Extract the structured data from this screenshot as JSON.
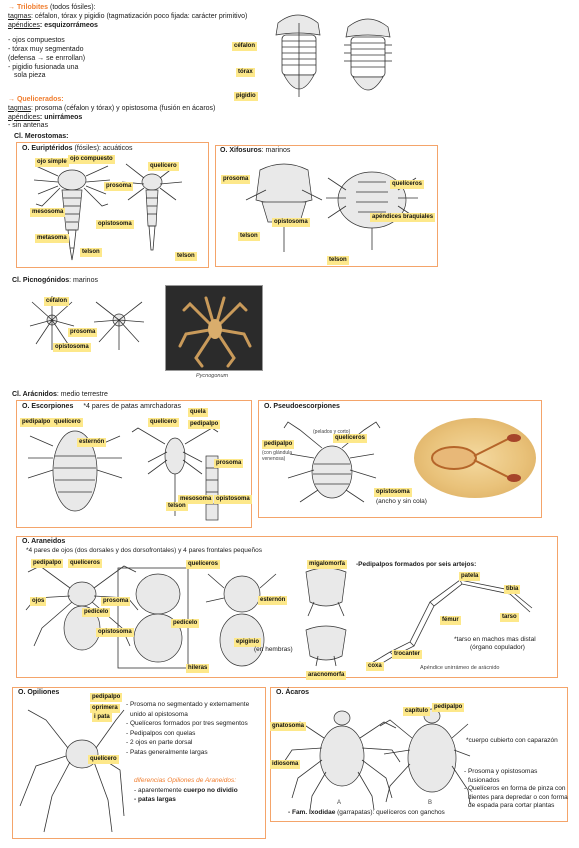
{
  "trilobites": {
    "title": "→ Trilobites",
    "title_suffix": "(todos fósiles):",
    "tagmas_label": "tagmas",
    "tagmas_text": ": céfalon, tórax y pigidio (tagmatización poco fijada: carácter primitivo)",
    "apendices_label": "apéndices",
    "apendices_text": ": esquizorrámeos",
    "notes": [
      "- ojos compuestos",
      "- tórax muy segmentado",
      "(defensa → se enrrollan)",
      "- pigidio fusionada una",
      "sola pieza"
    ],
    "tags": [
      "céfalon",
      "tórax",
      "pigidio"
    ]
  },
  "quelicerados": {
    "title": "→ Quelicerados:",
    "tagmas_label": "tagmas",
    "tagmas_text": ": prosoma (céfalon y tórax) y opistosoma (fusión en ácaros)",
    "apendices_label": "apéndices",
    "apendices_text": ": unirrámeos",
    "note": "- sin antenas"
  },
  "merostomas": {
    "title": "Cl. Merostomas:",
    "euripteridos": {
      "title": "O. Euriptéridos",
      "suffix": "(fósiles): acuáticos",
      "tags": [
        "ojo compuesto",
        "ojo simple",
        "quelícero",
        "prosoma",
        "mesosoma",
        "opistosoma",
        "metasoma",
        "telson",
        "telson"
      ]
    },
    "xifosuros": {
      "title": "O. Xifosuros",
      "suffix": ": marinos",
      "tags": [
        "prosoma",
        "quelíceros",
        "apéndices braquiales",
        "opistosoma",
        "telson",
        "telson"
      ]
    }
  },
  "picnogonidos": {
    "title": "Cl. Picnogónidos",
    "suffix": ": marinos",
    "tags": [
      "céfalon",
      "prosoma",
      "opistosoma"
    ],
    "caption": "Pycnogonum"
  },
  "aracnidos": {
    "title": "Cl. Arácnidos",
    "suffix": ": medio terrestre",
    "escorpiones": {
      "title": "O. Escorpiones",
      "note": "*4 pares de patas amrchadoras",
      "tags": [
        "pedipalpo",
        "quelícero",
        "esternón",
        "quela",
        "quelícero",
        "pedipalpo",
        "prosoma",
        "mesosoma",
        "opistosoma",
        "telson"
      ]
    },
    "pseudoescorpiones": {
      "title": "O. Pseudoescorpiones",
      "tags": [
        "quelíceros",
        "pedipalpo",
        "opistosoma"
      ],
      "small": [
        "(pelados y corto)",
        "(con glándula venenosa)"
      ],
      "opis_note": "(ancho y sin cola)"
    },
    "araneidos": {
      "title": "O. Araneidos",
      "note": "*4 pares de ojos (dos dorsales y dos dorsofrontales) y 4 pares frontales pequeños",
      "tags": [
        "pedipalpo",
        "quelíceros",
        "quelíceros",
        "ojos",
        "prosoma",
        "pedicelo",
        "opistosoma",
        "pedicelo",
        "esternón",
        "epiginio",
        "hileras",
        "migalomorfa",
        "aracnomorfa"
      ],
      "epiginio_note": "(en hembras)",
      "pedipalpos_title": "-Pedipalpos formados por seis artejos:",
      "artejos": [
        "patela",
        "tibia",
        "tarso",
        "fémur",
        "trocanter",
        "coxa"
      ],
      "tarso_note": [
        "*tarso en machos mas distal",
        "(órgano copulador)"
      ],
      "caption": "Apéndice unirrámeo de arácnido"
    },
    "opiliones": {
      "title": "O. Opiliones",
      "tags": [
        "pedipalpo",
        "oprimera",
        "i pata",
        "quelícero"
      ],
      "notes": [
        "- Prosoma no segmentado y externamente",
        "unido al opistosoma",
        "- Quelíceros formados por tres segmentos",
        "- Pedipalpos con quelas",
        "- 2 ojos en parte dorsal",
        "- Patas generalmente largas"
      ],
      "diff_title": "diferencias Opiliones de Araneidos:",
      "diff_1_pre": "- aparentemente ",
      "diff_1_bold": "cuerpo no dividio",
      "diff_2": "- patas largas"
    },
    "acaros": {
      "title": "O. Ácaros",
      "tags": [
        "gnatosoma",
        "idiosoma",
        "capítulo",
        "pedipalpo"
      ],
      "notes": [
        "*cuerpo cubierto con caparazón",
        "- Prosoma y opistosomas",
        "fusionados",
        "- Quelíceros en forma de pinza con",
        "dientes para depredar o con forma",
        "de espada para cortar plantas"
      ],
      "fam_pre": "- Fam. ",
      "fam_bold": "Ixodidae",
      "fam_text": " (garrapatas): quelíceros con ganchos",
      "fig_labels": [
        "A",
        "B"
      ]
    }
  }
}
